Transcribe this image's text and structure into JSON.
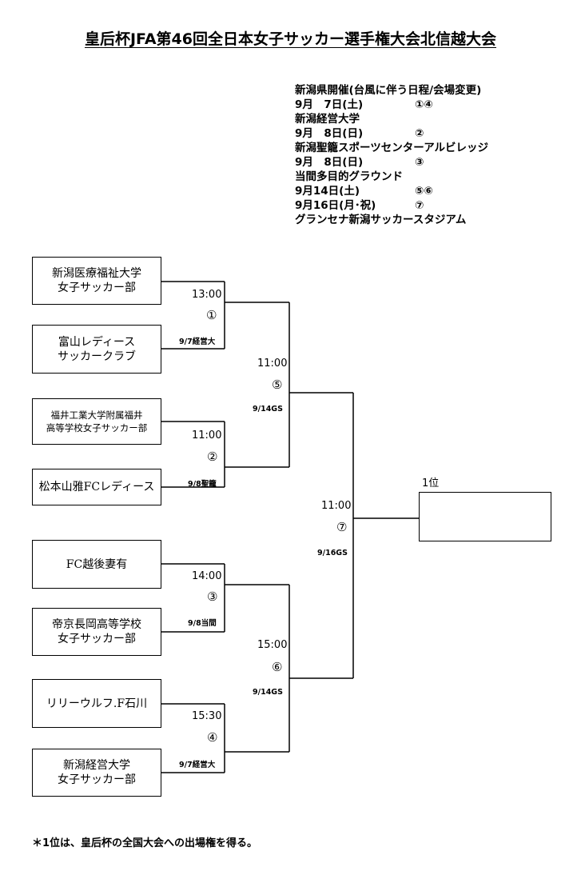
{
  "title": "皇后杯JFA第46回全日本女子サッカー選手権大会北信越大会",
  "schedule": [
    {
      "a": "新潟県開催(台風に伴う日程/会場変更)",
      "b": ""
    },
    {
      "a": "9月　7日(土)",
      "b": "①④"
    },
    {
      "a": "新潟経営大学",
      "b": ""
    },
    {
      "a": "9月　8日(日)",
      "b": "②"
    },
    {
      "a": "新潟聖籠スポーツセンターアルビレッジ",
      "b": ""
    },
    {
      "a": "9月　8日(日)",
      "b": "③"
    },
    {
      "a": "当間多目的グラウンド",
      "b": ""
    },
    {
      "a": "9月14日(土)",
      "b": "⑤⑥"
    },
    {
      "a": "9月16日(月･祝)",
      "b": "⑦"
    },
    {
      "a": "グランセナ新潟サッカースタジアム",
      "b": ""
    }
  ],
  "teams": {
    "t1": {
      "line1": "新潟医療福祉大学",
      "line2": "女子サッカー部"
    },
    "t2": {
      "line1": "富山レディース",
      "line2": "サッカークラブ"
    },
    "t3": {
      "line1": "福井工業大学附属福井",
      "line2": "高等学校女子サッカー部"
    },
    "t4": {
      "line1": "松本山雅FCレディース",
      "line2": ""
    },
    "t5": {
      "line1": "FC越後妻有",
      "line2": ""
    },
    "t6": {
      "line1": "帝京長岡高等学校",
      "line2": "女子サッカー部"
    },
    "t7": {
      "line1": "リリーウルフ.F石川",
      "line2": ""
    },
    "t8": {
      "line1": "新潟経営大学",
      "line2": "女子サッカー部"
    }
  },
  "matches": {
    "m1": {
      "time": "13:00",
      "num": "①",
      "venue": "9/7経営大"
    },
    "m2": {
      "time": "11:00",
      "num": "②",
      "venue": "9/8聖籠"
    },
    "m3": {
      "time": "14:00",
      "num": "③",
      "venue": "9/8当間"
    },
    "m4": {
      "time": "15:30",
      "num": "④",
      "venue": "9/7経営大"
    },
    "m5": {
      "time": "11:00",
      "num": "⑤",
      "venue": "9/14GS"
    },
    "m6": {
      "time": "15:00",
      "num": "⑥",
      "venue": "9/14GS"
    },
    "m7": {
      "time": "11:00",
      "num": "⑦",
      "venue": "9/16GS"
    }
  },
  "winner_label": "1位",
  "footnote": "＊1位は、皇后杯の全国大会への出場権を得る。"
}
